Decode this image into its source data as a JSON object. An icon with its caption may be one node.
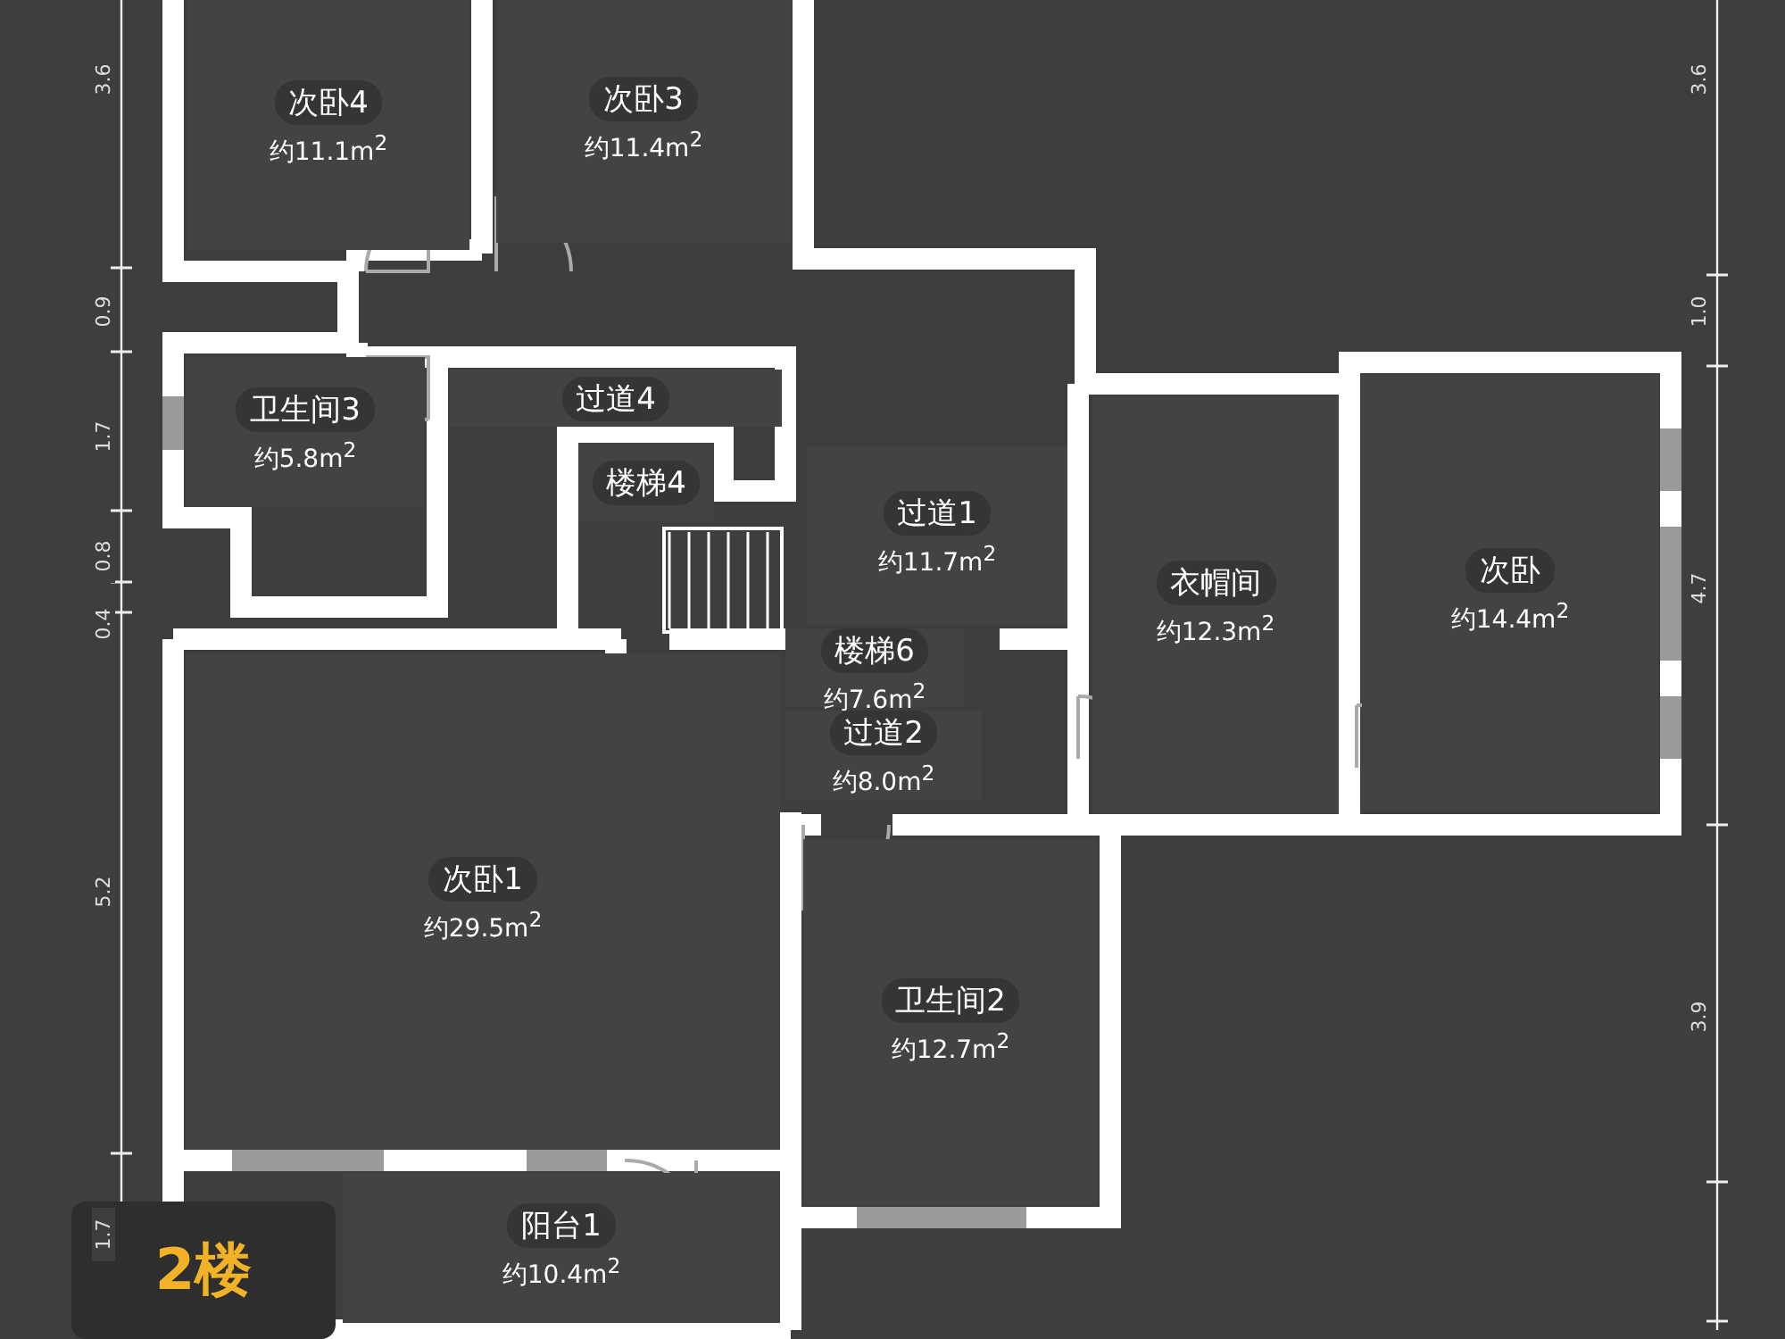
{
  "diagram": {
    "nodes": [
      {
        "text": [
          "次卧4",
          "约11.1m$^{2}$"
        ]
      },
      {
        "text": [
          "次卧3",
          "约11.4m$^{2}$"
        ]
      },
      {
        "text": [
          "过道4"
        ]
      },
      {
        "text": [
          "卫生间3",
          "约5.8m$^{2}$"
        ]
      },
      {
        "text": [
          "楼梯4"
        ]
      },
      {
        "text": [
          "过道1",
          "约11.7m$^{2}$"
        ]
      },
      {
        "text": [
          "楼梯6",
          "约7.6m$^{2}$"
        ]
      },
      {
        "text": [
          "衣帽间",
          "约12.3m$^{2}$"
        ]
      },
      {
        "text": [
          "次卧",
          "约14.4m$^{2}$"
        ]
      },
      {
        "text": [
          "过道2",
          "约8.0m$^{2}$"
        ]
      },
      {
        "text": [
          "次卧1",
          "约29.5m$^{2}$"
        ]
      },
      {
        "text": [
          "卫生间2",
          "约12.7m$^{2}$"
        ]
      },
      {
        "text": [
          "阳台1",
          "约10.4m$^{2}$"
        ]
      },
      {
        "text": [
          "2楼"
        ]
      }
    ],
    "labels": [
      "3.6",
      "0.9",
      "1.7",
      "0.8",
      "0.4",
      "5.2",
      "1.7",
      "3.6",
      "1.0",
      "4.7",
      "3.9"
    ]
  }
}
